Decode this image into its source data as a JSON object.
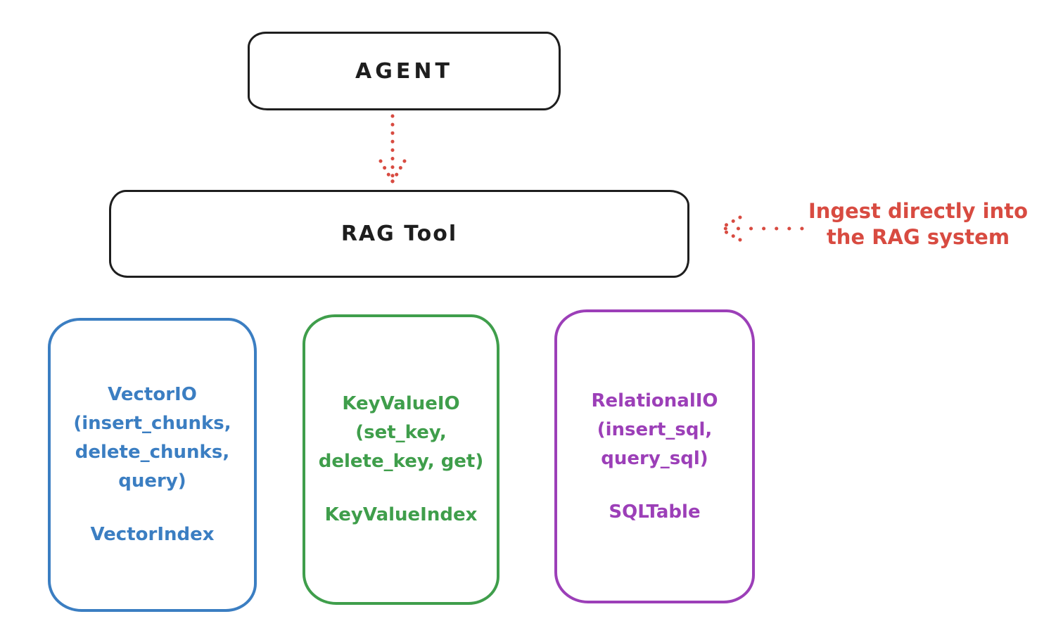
{
  "colors": {
    "ink": "#1e1e1e",
    "red": "#d84b41",
    "blue": "#3b7ec2",
    "green": "#3f9e4b",
    "purple": "#9c3fb8",
    "background": "#ffffff"
  },
  "agent": {
    "label": "AGENT"
  },
  "rag_tool": {
    "label": "RAG Tool"
  },
  "annotation": {
    "line1": "Ingest directly into",
    "line2": "the RAG system",
    "color": "#d84b41"
  },
  "arrows": [
    {
      "name": "agent-to-rag-tool",
      "style": "dotted",
      "direction": "down",
      "color": "#d84b41"
    },
    {
      "name": "annotation-to-rag-tool",
      "style": "dotted",
      "direction": "left",
      "color": "#d84b41"
    }
  ],
  "io_boxes": [
    {
      "name": "vector-io",
      "color": "#3b7ec2",
      "lines": [
        "VectorIO",
        "(insert_chunks,",
        "delete_chunks,",
        "query)"
      ],
      "footer": "VectorIndex"
    },
    {
      "name": "keyvalue-io",
      "color": "#3f9e4b",
      "lines": [
        "KeyValueIO",
        "(set_key,",
        "delete_key, get)"
      ],
      "footer": "KeyValueIndex"
    },
    {
      "name": "relational-io",
      "color": "#9c3fb8",
      "lines": [
        "RelationalIO",
        "(insert_sql,",
        "query_sql)"
      ],
      "footer": "SQLTable"
    }
  ]
}
